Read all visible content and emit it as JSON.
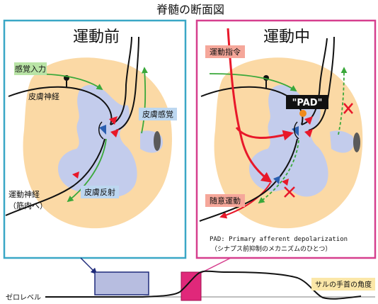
{
  "title": "脊髄の断面図",
  "panels": {
    "rest": {
      "title": "運動前",
      "labels": {
        "sensory_input": "感覚入力",
        "cutaneous_nerve": "皮膚神経",
        "cutaneous_sensation": "皮膚感覚",
        "motor_nerve_1": "運動神経",
        "motor_nerve_2": "（筋肉へ）",
        "cutaneous_reflex": "皮膚反射"
      }
    },
    "move": {
      "title": "運動中",
      "labels": {
        "motor_command": "運動指令",
        "pad_tag": "\"PAD\"",
        "voluntary_movement": "随意運動",
        "pad_def_1": "PAD: Primary afferent depolarization",
        "pad_def_2": "（シナプス前抑制のメカニズムのひとつ）"
      }
    }
  },
  "timeline": {
    "zero_level": "ゼロレベル",
    "wrist_angle": "サルの手首の角度"
  },
  "colors": {
    "rest_border": "#3aa7c6",
    "move_border": "#d63f8e",
    "gray_matter": "#fbd9a5",
    "white_matter": "#c3ccec",
    "sensory_green": "#3aa83a",
    "command_red": "#e8182a",
    "pad_orange": "#f08a1c",
    "label_green": "#b9e4a6",
    "label_blue": "#bdd7f0",
    "label_pink": "#f5a79a",
    "window_rest": "#b7bde0",
    "window_move": "#e0287a"
  }
}
